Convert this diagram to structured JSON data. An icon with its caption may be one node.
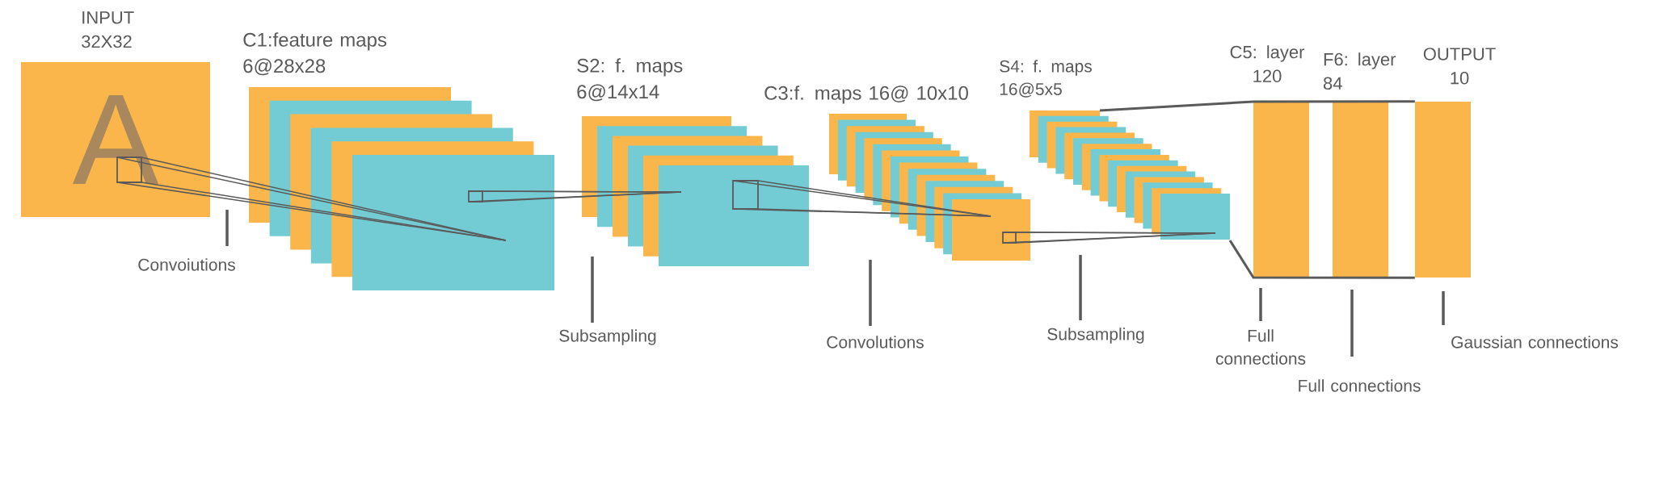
{
  "diagram": {
    "nodes": [
      {
        "text": [
          "INPUT 32X32",
          "A"
        ]
      },
      {
        "text": [
          "C1:feature maps 6@28x28"
        ]
      },
      {
        "text": [
          "S2: f. maps 6@14x14"
        ]
      },
      {
        "text": [
          "C3:f. maps 16@ 10x10"
        ]
      },
      {
        "text": [
          "S4: f. maps 16@5x5"
        ]
      },
      {
        "text": [
          "C5: layer 120"
        ]
      },
      {
        "text": [
          "F6: layer 84"
        ]
      },
      {
        "text": [
          "OUTPUT 10"
        ]
      },
      {
        "text": [
          "Convoiutions"
        ]
      },
      {
        "text": [
          "Subsampling"
        ]
      },
      {
        "text": [
          "Convolutions"
        ]
      },
      {
        "text": [
          "Subsampling"
        ]
      },
      {
        "text": [
          "Full connections"
        ]
      },
      {
        "text": [
          "Full connections"
        ]
      },
      {
        "text": [
          "Gaussian connections"
        ]
      }
    ],
    "edges": [
      {
        "from": 8,
        "to": 0,
        "arrow": "none"
      },
      {
        "from": 9,
        "to": 2,
        "arrow": "none"
      },
      {
        "from": 10,
        "to": 3,
        "arrow": "none"
      },
      {
        "from": 11,
        "to": 4,
        "arrow": "none"
      },
      {
        "from": 12,
        "to": 5,
        "arrow": "none"
      },
      {
        "from": 13,
        "to": 6,
        "arrow": "none"
      },
      {
        "from": 14,
        "to": 7,
        "arrow": "none"
      },
      {
        "from": 4,
        "to": 7,
        "arrow": "none"
      },
      {
        "from": 4,
        "to": 7,
        "arrow": "none"
      }
    ]
  }
}
